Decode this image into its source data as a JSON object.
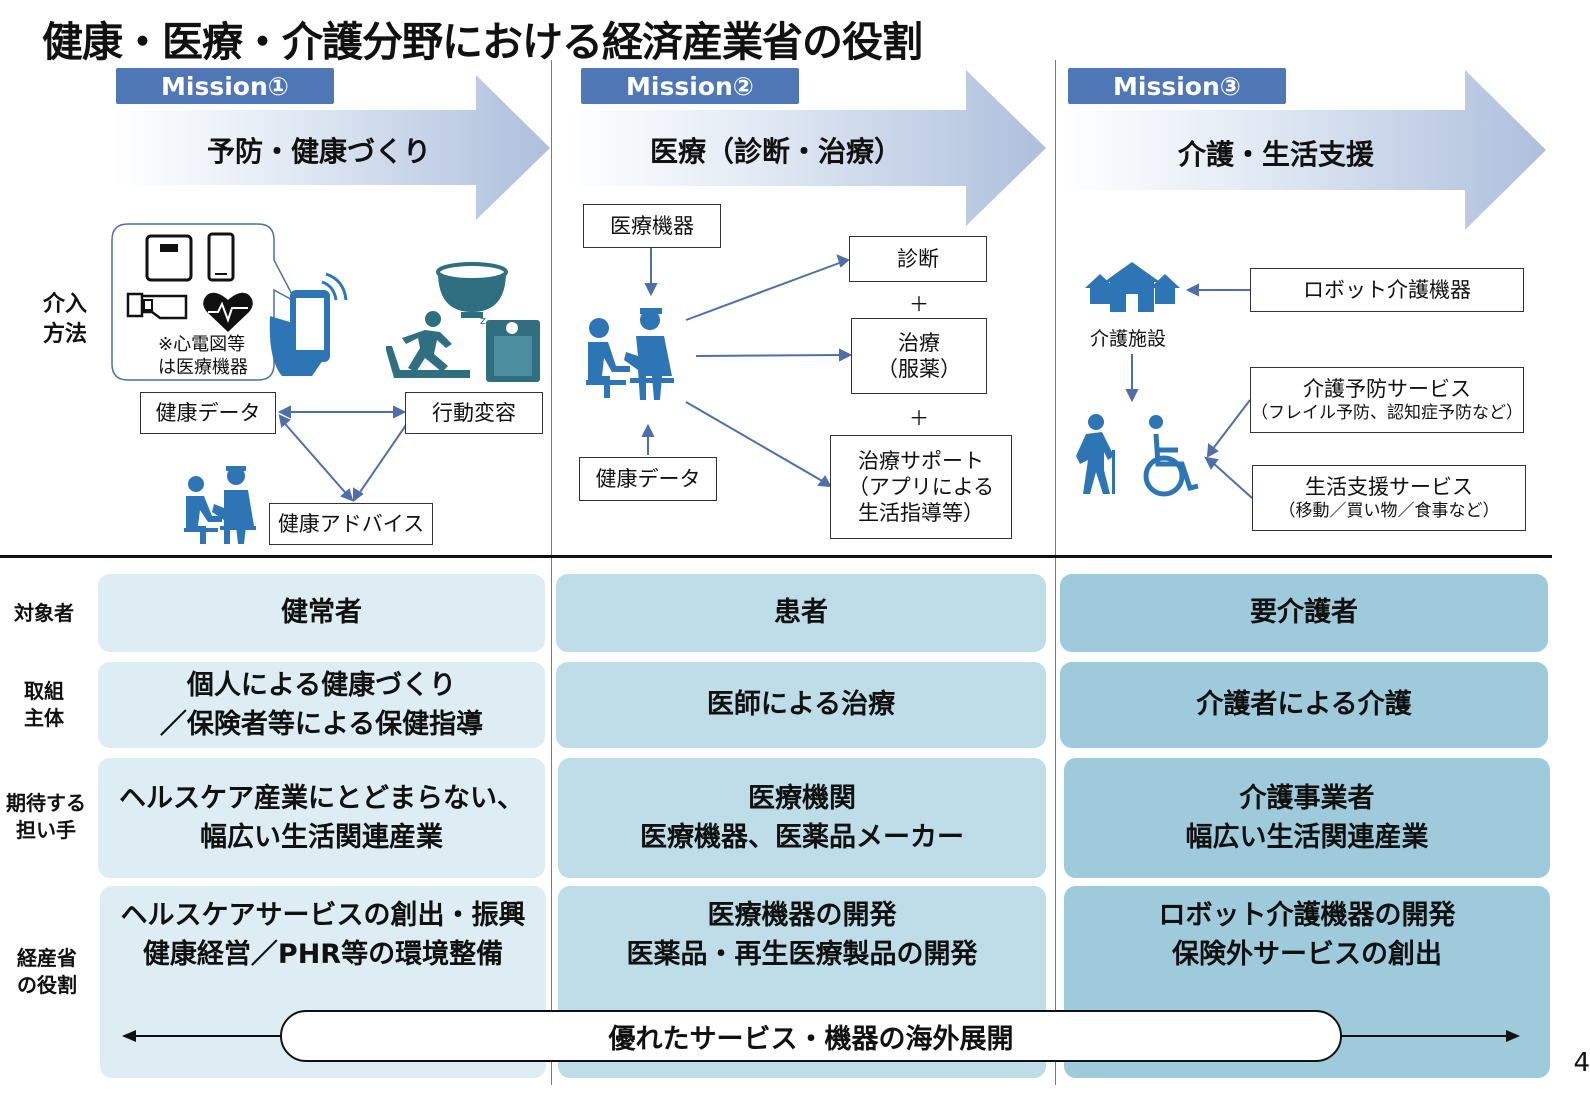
{
  "title": "健康・医療・介護分野における経済産業省の役割",
  "missions": [
    {
      "badge": "Mission①",
      "arrow_label": "予防・健康づくり"
    },
    {
      "badge": "Mission②",
      "arrow_label": "医療（診断・治療）"
    },
    {
      "badge": "Mission③",
      "arrow_label": "介護・生活支援"
    }
  ],
  "intervention_label": [
    "介入",
    "方法"
  ],
  "m1": {
    "device_note": [
      "※心電図等",
      "は医療機器"
    ],
    "health_data": "健康データ",
    "behavior_change": "行動変容",
    "health_advice": "健康アドバイス"
  },
  "m2": {
    "medical_device": "医療機器",
    "health_data": "健康データ",
    "diagnosis": "診断",
    "plus": "＋",
    "treatment": [
      "治療",
      "（服薬）"
    ],
    "treatment_support": [
      "治療サポート",
      "（アプリによる",
      "生活指導等）"
    ]
  },
  "m3": {
    "facility": "介護施設",
    "robot": "ロボット介護機器",
    "prevention_service": "介護予防サービス",
    "prevention_service_sub": "（フレイル予防、認知症予防など）",
    "life_support_service": "生活支援サービス",
    "life_support_service_sub": "（移動／買い物／食事など）"
  },
  "row_labels": [
    [
      "対象者"
    ],
    [
      "取組",
      "主体"
    ],
    [
      "期待する",
      "担い手"
    ],
    [
      "経産省",
      "の役割"
    ]
  ],
  "table": {
    "target": [
      "健常者",
      "患者",
      "要介護者"
    ],
    "actor": [
      [
        "個人による健康づくり",
        "／保険者等による保健指導"
      ],
      [
        "医師による治療"
      ],
      [
        "介護者による介護"
      ]
    ],
    "bearer": [
      [
        "ヘルスケア産業にとどまらない、",
        "幅広い生活関連産業"
      ],
      [
        "医療機関",
        "医療機器、医薬品メーカー"
      ],
      [
        "介護事業者",
        "幅広い生活関連産業"
      ]
    ],
    "role": [
      [
        "ヘルスケアサービスの創出・振興",
        "健康経営／PHR等の環境整備"
      ],
      [
        "医療機器の開発",
        "医薬品・再生医療製品の開発"
      ],
      [
        "ロボット介護機器の開発",
        "保険外サービスの創出"
      ]
    ]
  },
  "overseas": "優れたサービス・機器の海外展開",
  "page_number": "4",
  "colors": {
    "badge": "#4f77b6",
    "arrow": "#b8c9e1",
    "icon": "#2e75b6",
    "col1": "#deedf4",
    "col2": "#bedde8",
    "col3": "#9fcadb"
  }
}
